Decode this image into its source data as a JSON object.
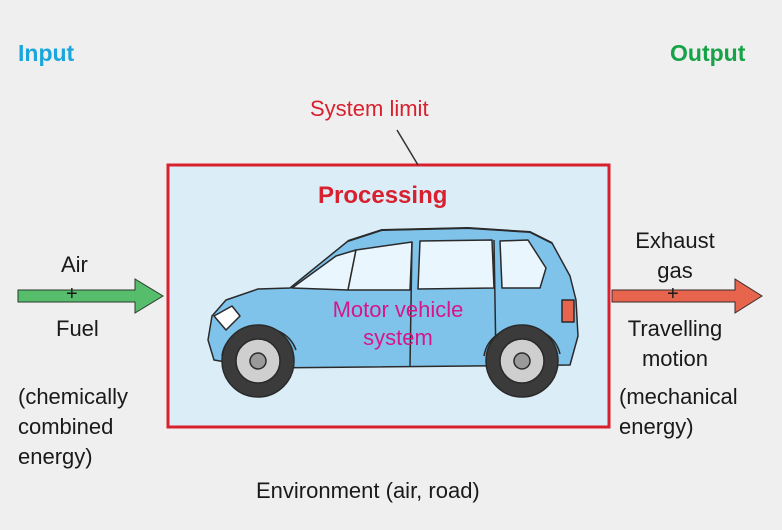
{
  "colors": {
    "input": "#1aa6dc",
    "output": "#16a246",
    "system_limit": "#d8202f",
    "vehicle_label": "#d6168a",
    "arrow_in": "#55bd6c",
    "arrow_out": "#e8654d",
    "box_fill": "#dbeef8",
    "car_body": "#7fc3ea"
  },
  "header": {
    "input": "Input",
    "output": "Output"
  },
  "system_limit_label": "System limit",
  "processing_label": "Processing",
  "vehicle_label": [
    "Motor vehicle",
    "system"
  ],
  "inputs": {
    "top": "Air",
    "plus": "+",
    "bottom": "Fuel",
    "note": [
      "(chemically",
      "combined",
      "energy)"
    ]
  },
  "outputs": {
    "top": [
      "Exhaust",
      "gas"
    ],
    "plus": "+",
    "bottom": [
      "Travelling",
      "motion"
    ],
    "note": [
      "(mechanical",
      "energy)"
    ]
  },
  "environment_label": "Environment (air, road)"
}
